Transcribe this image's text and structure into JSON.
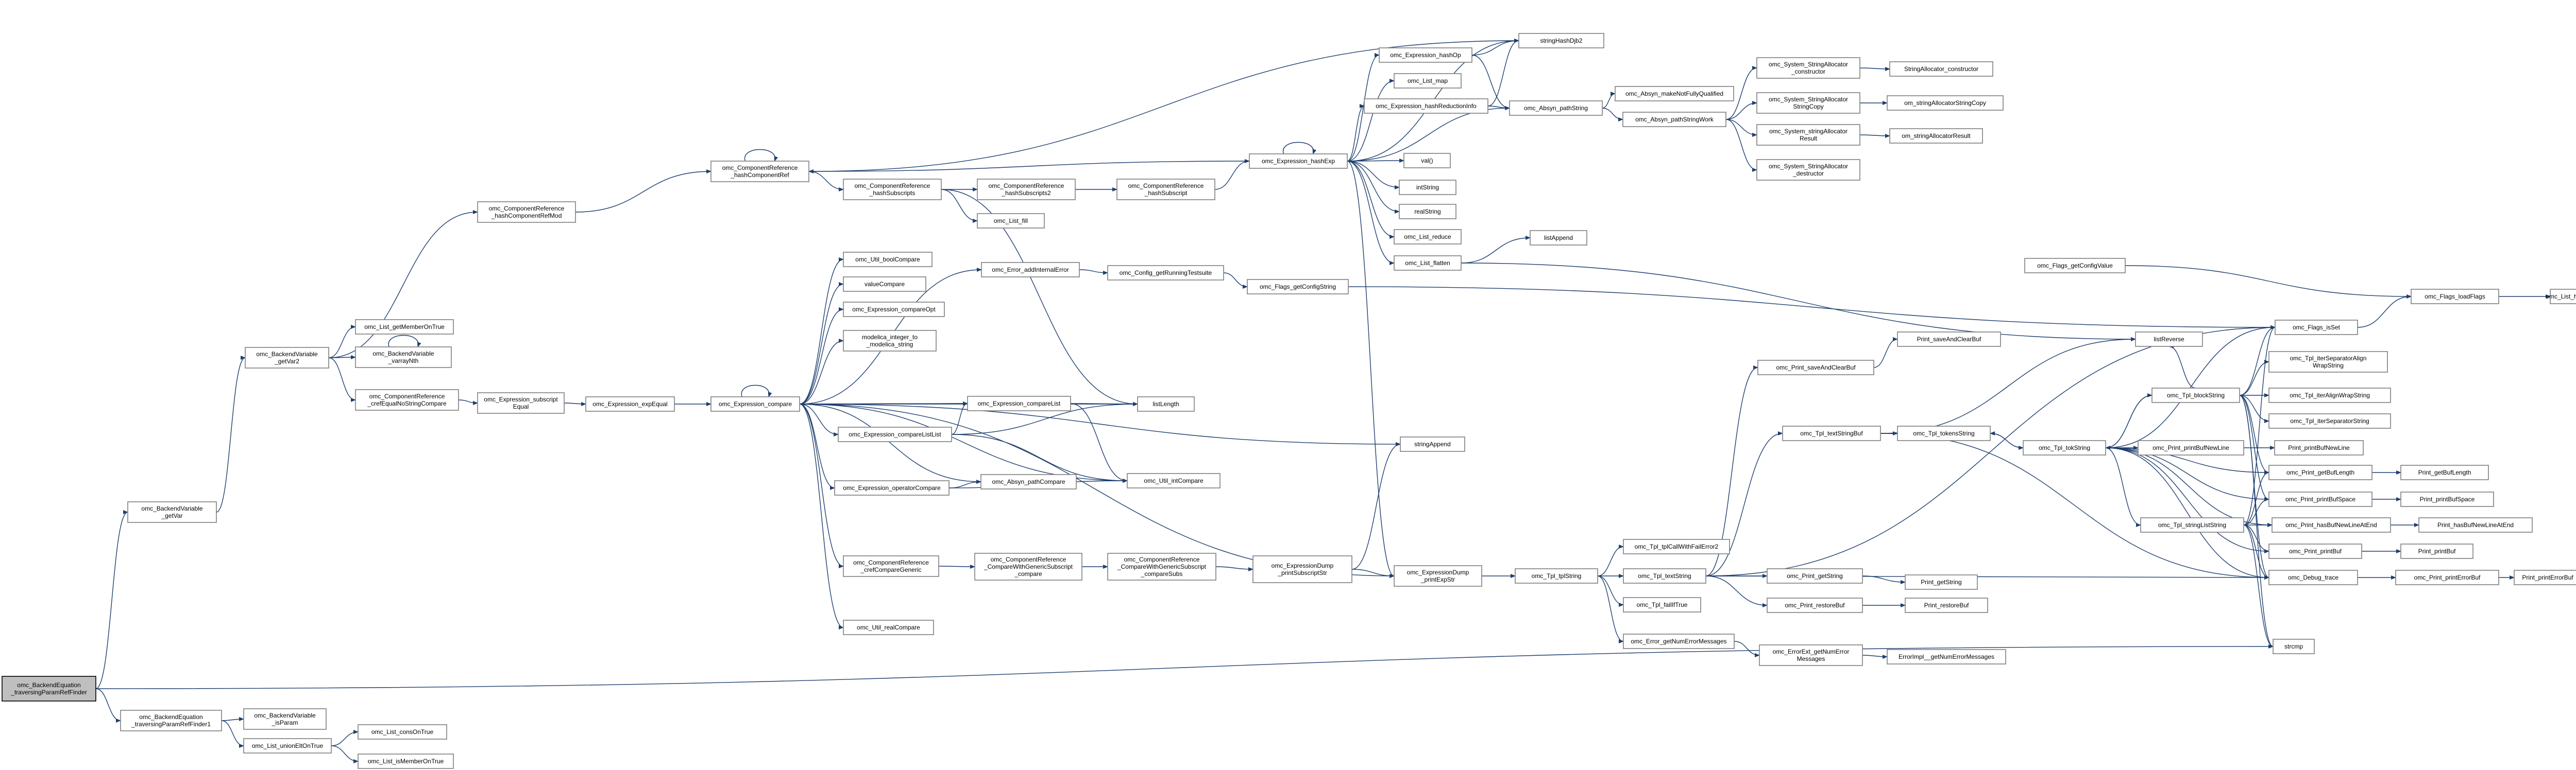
{
  "colors": {
    "edge": "#1f3f6f",
    "node_border": "#7f7f7f",
    "root_fill": "#bfbfbf",
    "background": "#ffffff"
  },
  "nodes": {
    "root": {
      "lines": [
        "omc_BackendEquation",
        "_traversingParamRefFinder"
      ]
    },
    "bvGetVar": {
      "lines": [
        "omc_BackendVariable",
        "_getVar"
      ]
    },
    "beTravHelper": {
      "lines": [
        "omc_BackendEquation",
        "_traversingParamRefFinder1"
      ]
    },
    "bvIsParam": {
      "lines": [
        "omc_BackendVariable",
        "_isParam"
      ]
    },
    "listUnionElt": {
      "lines": [
        "omc_List_unionEltOnTrue"
      ]
    },
    "listConsOnTrue": {
      "lines": [
        "omc_List_consOnTrue"
      ]
    },
    "listIsMemberOnTrue": {
      "lines": [
        "omc_List_isMemberOnTrue"
      ]
    },
    "bvGetVar2": {
      "lines": [
        "omc_BackendVariable",
        "_getVar2"
      ]
    },
    "listGetMember": {
      "lines": [
        "omc_List_getMemberOnTrue"
      ]
    },
    "bvVarNth": {
      "lines": [
        "omc_BackendVariable",
        "_varrayNth"
      ]
    },
    "crCrefEqualNoStr": {
      "lines": [
        "omc_ComponentReference",
        "_crefEqualNoStringCompare"
      ]
    },
    "crHashFirst": {
      "lines": [
        "omc_ComponentReference",
        "_hashComponentRefMod"
      ]
    },
    "crHashComp": {
      "lines": [
        "omc_ComponentReference",
        "_hashComponentRef"
      ]
    },
    "crHashSubs": {
      "lines": [
        "omc_ComponentReference",
        "_hashSubscripts"
      ]
    },
    "crHashSubsHelper": {
      "lines": [
        "omc_ComponentReference",
        "_hashSubscripts2"
      ]
    },
    "crHashSub": {
      "lines": [
        "omc_ComponentReference",
        "_hashSubscript"
      ]
    },
    "listFill": {
      "lines": [
        "omc_List_fill"
      ]
    },
    "exprSubEqual": {
      "lines": [
        "omc_Expression_subscript",
        "Equal"
      ]
    },
    "exprExpEqual": {
      "lines": [
        "omc_Expression_expEqual"
      ]
    },
    "exprCompare": {
      "lines": [
        "omc_Expression_compare"
      ]
    },
    "utilBoolCompare": {
      "lines": [
        "omc_Util_boolCompare"
      ]
    },
    "valueCompare": {
      "lines": [
        "valueCompare"
      ]
    },
    "exprCompareOpt": {
      "lines": [
        "omc_Expression_compareOpt"
      ]
    },
    "modelicaIntString": {
      "lines": [
        "modelica_integer_to",
        "_modelica_string"
      ]
    },
    "exprCompareList": {
      "lines": [
        "omc_Expression_compareList"
      ]
    },
    "exprCompareListList": {
      "lines": [
        "omc_Expression_compareListList"
      ]
    },
    "exprOperatorCompare": {
      "lines": [
        "omc_Expression_operatorCompare"
      ]
    },
    "absynPathCompare": {
      "lines": [
        "omc_Absyn_pathCompare"
      ]
    },
    "utilIntCompare": {
      "lines": [
        "omc_Util_intCompare"
      ]
    },
    "listLength": {
      "lines": [
        "listLength"
      ]
    },
    "crCrefCompareGeneric": {
      "lines": [
        "omc_ComponentReference",
        "_crefCompareGeneric"
      ]
    },
    "crCompareSubscript": {
      "lines": [
        "omc_ComponentReference",
        "_CompareWithGenericSubscript",
        "_compare"
      ]
    },
    "crCompareSubs": {
      "lines": [
        "omc_ComponentReference",
        "_CompareWithGenericSubscript",
        "_compareSubs"
      ]
    },
    "utilRealCompare": {
      "lines": [
        "omc_Util_realCompare"
      ]
    },
    "errorAddInternal": {
      "lines": [
        "omc_Error_addInternalError"
      ]
    },
    "configGetRunningTests": {
      "lines": [
        "omc_Config_getRunningTestsuite"
      ]
    },
    "flagsGetConfigString": {
      "lines": [
        "omc_Flags_getConfigString"
      ]
    },
    "flagsGetConfigValue": {
      "lines": [
        "omc_Flags_getConfigValue"
      ]
    },
    "flagsLoadFlags": {
      "lines": [
        "omc_Flags_loadFlags"
      ]
    },
    "listHead": {
      "lines": [
        "omc_List_hdel"
      ]
    },
    "flagsIsSet": {
      "lines": [
        "omc_Flags_isSet"
      ]
    },
    "exprHashExp": {
      "lines": [
        "omc_Expression_hashExp"
      ]
    },
    "exprHashOp": {
      "lines": [
        "omc_Expression_hashOp"
      ]
    },
    "listMap": {
      "lines": [
        "omc_List_map"
      ]
    },
    "exprHashReduction": {
      "lines": [
        "omc_Expression_hashReductionInfo"
      ]
    },
    "stringHashDjb2": {
      "lines": [
        "stringHashDjb2"
      ]
    },
    "absynPathString": {
      "lines": [
        "omc_Absyn_pathString"
      ]
    },
    "absynMakeNotFQ": {
      "lines": [
        "omc_Absyn_makeNotFullyQualified"
      ]
    },
    "absynPathStringWork": {
      "lines": [
        "omc_Absyn_pathStringWork"
      ]
    },
    "ssaConstructor": {
      "lines": [
        "omc_System_StringAllocator",
        "_constructor"
      ]
    },
    "ssaCtorExt": {
      "lines": [
        "StringAllocator_constructor"
      ]
    },
    "ssaStringCopy": {
      "lines": [
        "omc_System_StringAllocator",
        "StringCopy"
      ]
    },
    "omStringCopy": {
      "lines": [
        "om_stringAllocatorStringCopy"
      ]
    },
    "ssaResult": {
      "lines": [
        "omc_System_stringAllocator",
        "Result"
      ]
    },
    "omResult": {
      "lines": [
        "om_stringAllocatorResult"
      ]
    },
    "ssaDestructor": {
      "lines": [
        "omc_System_StringAllocator",
        "_destructor"
      ]
    },
    "intString": {
      "lines": [
        "intString"
      ]
    },
    "realString": {
      "lines": [
        "realString"
      ]
    },
    "valStr": {
      "lines": [
        "val()"
      ]
    },
    "listReduce": {
      "lines": [
        "omc_List_reduce"
      ]
    },
    "listFlatten": {
      "lines": [
        "omc_List_flatten"
      ]
    },
    "listAppend": {
      "lines": [
        "listAppend"
      ]
    },
    "listReverse": {
      "lines": [
        "listReverse"
      ]
    },
    "stringAppend": {
      "lines": [
        "stringAppend"
      ]
    },
    "edPrintSubscript": {
      "lines": [
        "omc_ExpressionDump",
        "_printSubscriptStr"
      ]
    },
    "edPrintExp": {
      "lines": [
        "omc_ExpressionDump",
        "_printExpStr"
      ]
    },
    "tplTplString": {
      "lines": [
        "omc_Tpl_tplString"
      ]
    },
    "tplCallWithFail": {
      "lines": [
        "omc_Tpl_tplCallWithFailError2"
      ]
    },
    "tplTextString": {
      "lines": [
        "omc_Tpl_textString"
      ]
    },
    "tplFailIfTrue": {
      "lines": [
        "omc_Tpl_failIfTrue"
      ]
    },
    "errorGetNumMsgs": {
      "lines": [
        "omc_Error_getNumErrorMessages"
      ]
    },
    "errorExtGetNum": {
      "lines": [
        "omc_ErrorExt_getNumError",
        "Messages"
      ]
    },
    "errorImplGetNum": {
      "lines": [
        "ErrorImpl__getNumErrorMessages"
      ]
    },
    "printSaveAndClear": {
      "lines": [
        "omc_Print_saveAndClearBuf"
      ]
    },
    "printSaveAndClearExt": {
      "lines": [
        "Print_saveAndClearBuf"
      ]
    },
    "tplTextStringBuf": {
      "lines": [
        "omc_Tpl_textStringBuf"
      ]
    },
    "tplTokensString": {
      "lines": [
        "omc_Tpl_tokensString"
      ]
    },
    "tplTokString": {
      "lines": [
        "omc_Tpl_tokString"
      ]
    },
    "tplBlockString": {
      "lines": [
        "omc_Tpl_blockString"
      ]
    },
    "tplIterSepAlign": {
      "lines": [
        "omc_Tpl_iterSeparatorAlign",
        "WrapString"
      ]
    },
    "tplIterAlignWrap": {
      "lines": [
        "omc_Tpl_iterAlignWrapString"
      ]
    },
    "tplIterSep": {
      "lines": [
        "omc_Tpl_iterSeparatorString"
      ]
    },
    "printPrintBufNewLine": {
      "lines": [
        "omc_Print_printBufNewLine"
      ]
    },
    "printPrintBufNewLineExt": {
      "lines": [
        "Print_printBufNewLine"
      ]
    },
    "printGetBufLength": {
      "lines": [
        "omc_Print_getBufLength"
      ]
    },
    "printGetBufLengthExt": {
      "lines": [
        "Print_getBufLength"
      ]
    },
    "printPrintBufSpace": {
      "lines": [
        "omc_Print_printBufSpace"
      ]
    },
    "printPrintBufSpaceExt": {
      "lines": [
        "Print_printBufSpace"
      ]
    },
    "tplStringListString": {
      "lines": [
        "omc_Tpl_stringListString"
      ]
    },
    "printHasBufNewLine": {
      "lines": [
        "omc_Print_hasBufNewLineAtEnd"
      ]
    },
    "printHasBufNewLineExt": {
      "lines": [
        "Print_hasBufNewLineAtEnd"
      ]
    },
    "printPrintBuf": {
      "lines": [
        "omc_Print_printBuf"
      ]
    },
    "printPrintBufExt": {
      "lines": [
        "Print_printBuf"
      ]
    },
    "debugTrace": {
      "lines": [
        "omc_Debug_trace"
      ]
    },
    "printPrintErrorBuf": {
      "lines": [
        "omc_Print_printErrorBuf"
      ]
    },
    "printPrintErrorBufExt": {
      "lines": [
        "Print_printErrorBuf"
      ]
    },
    "printGetString": {
      "lines": [
        "omc_Print_getString"
      ]
    },
    "printGetStringExt": {
      "lines": [
        "Print_getString"
      ]
    },
    "printRestoreBuf": {
      "lines": [
        "omc_Print_restoreBuf"
      ]
    },
    "printRestoreBufExt": {
      "lines": [
        "Print_restoreBuf"
      ]
    },
    "strcmp": {
      "lines": [
        "strcmp"
      ]
    }
  }
}
